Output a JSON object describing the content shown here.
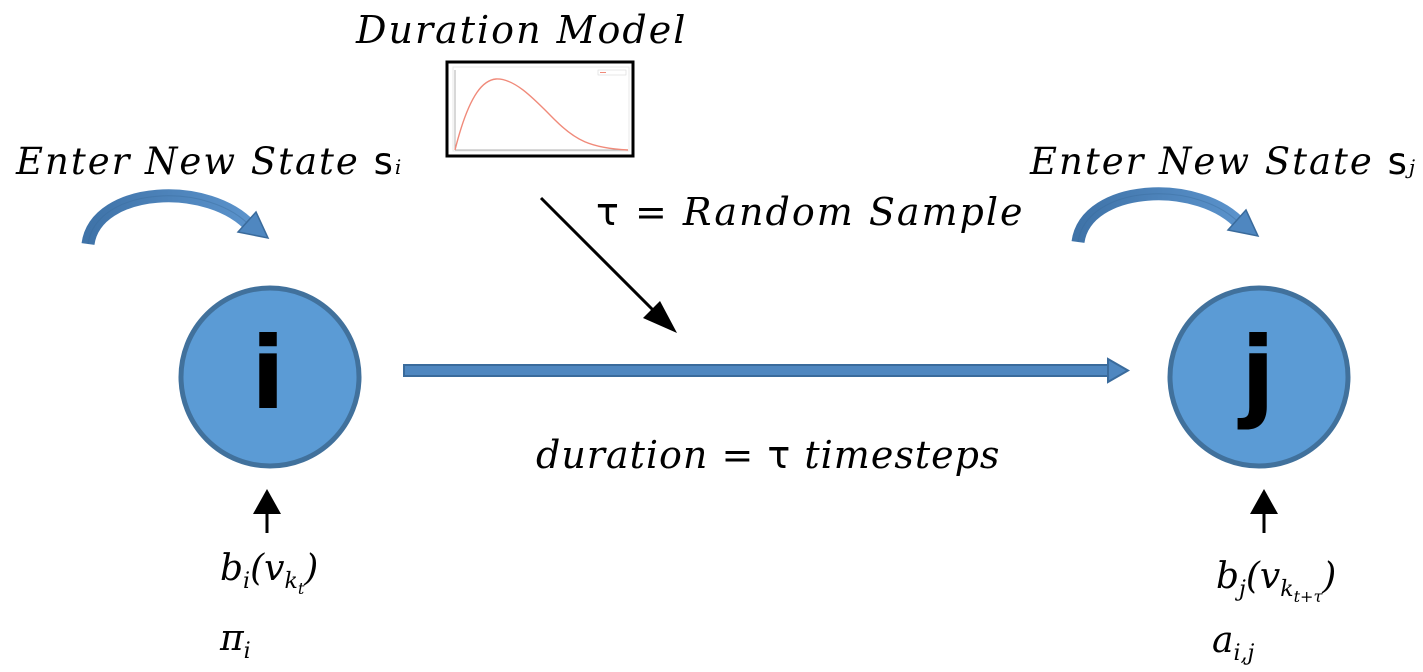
{
  "duration_model": {
    "title": "Duration Model"
  },
  "state_i": {
    "enter_prefix": "Enter New State ",
    "symbol": "s",
    "subscript": "i",
    "node_label": "i",
    "emission_prefix": "b",
    "emission_sub": "i",
    "emission_arg": "(v",
    "emission_arg_sub": "k",
    "emission_arg_subsub": "t",
    "emission_close": ")",
    "prior_symbol": "π",
    "prior_sub": "i"
  },
  "state_j": {
    "enter_prefix": "Enter New State ",
    "symbol": "s",
    "subscript": "j",
    "node_label": "j",
    "emission_prefix": "b",
    "emission_sub": "j",
    "emission_arg": "(v",
    "emission_arg_sub": "k",
    "emission_arg_subsub": "t+τ",
    "emission_close": ")",
    "transition_symbol": "a",
    "transition_sub": "i,j"
  },
  "sampling": {
    "tau": "τ",
    "text": " = Random Sample"
  },
  "duration": {
    "prefix": "duration = ",
    "tau": "τ",
    "suffix": " timesteps"
  },
  "colors": {
    "node_fill": "#5b9bd5",
    "node_stroke": "#41719c",
    "arrow_blue": "#4a7fb5",
    "curve_red": "#f08a7a"
  }
}
